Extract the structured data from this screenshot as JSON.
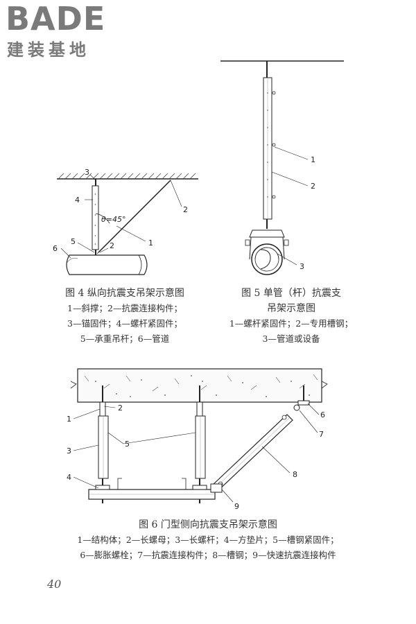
{
  "logo": {
    "text_main": "BADE",
    "text_sub": "建装基地"
  },
  "fig4": {
    "labels": [
      "3",
      "4",
      "2",
      "5",
      "6",
      "θ=45°",
      "2",
      "1"
    ],
    "caption": {
      "title": "图 4   纵向抗震支吊架示意图",
      "lines": [
        "1—斜撑；2—抗震连接构件；",
        "3—锚固件；4—螺杆紧固件；",
        "5—承重吊杆；6—管道"
      ]
    }
  },
  "fig5": {
    "labels": [
      "1",
      "2",
      "3"
    ],
    "caption": {
      "title_lines": [
        "图 5   单管（杆）抗震支",
        "吊架示意图"
      ],
      "lines": [
        "1—螺杆紧固件；2—专用槽钢；",
        "3—管道或设备"
      ]
    }
  },
  "fig6": {
    "labels": [
      "1",
      "2",
      "3",
      "5",
      "4",
      "6",
      "7",
      "8",
      "9"
    ],
    "caption": {
      "title": "图 6   门型侧向抗震支吊架示意图",
      "lines": [
        "1—结构体；2—长螺母；3—长螺杆；4—方垫片；5—槽钢紧固件；",
        "6—膨胀螺栓；7—抗震连接构件；8—槽钢；9—快速抗震连接构件"
      ]
    }
  },
  "page_number": "40"
}
